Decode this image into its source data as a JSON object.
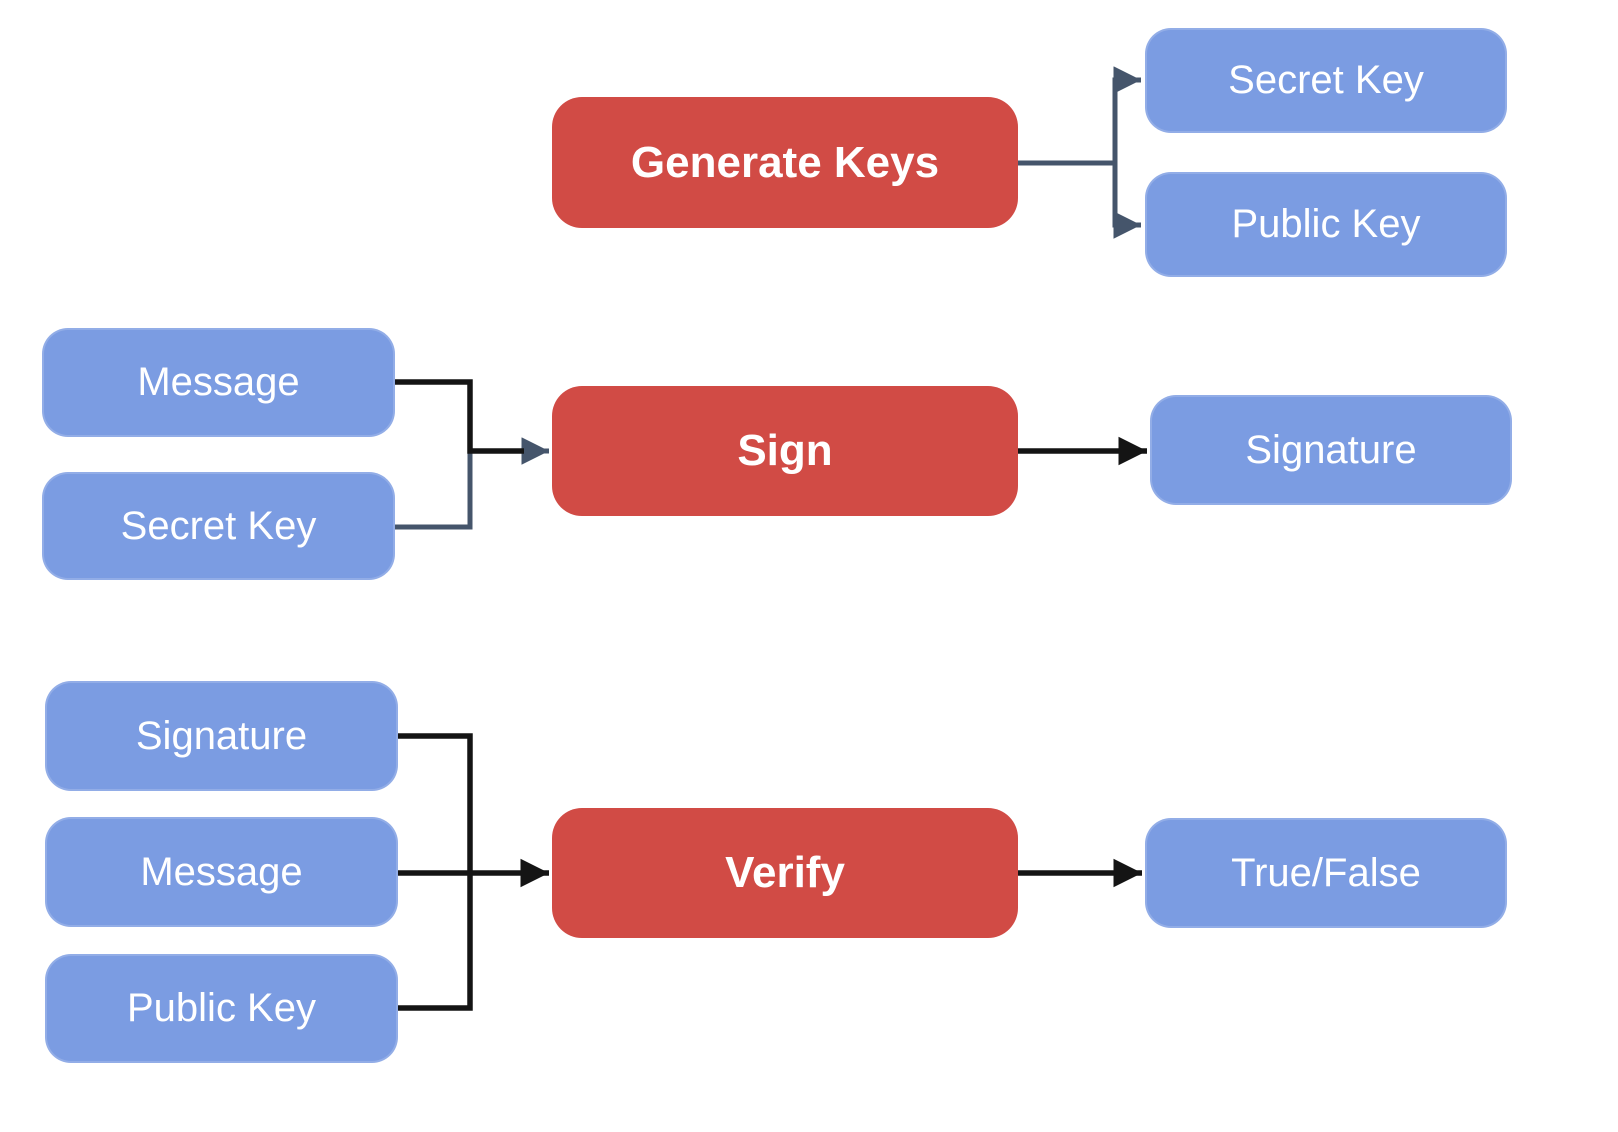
{
  "colors": {
    "canvas_bg": "#ffffff",
    "process_fill": "#d14b45",
    "data_fill": "#7b9ce2",
    "edge_slate": "#45556b",
    "edge_dark": "#141414",
    "node_text": "#ffffff"
  },
  "nodes": {
    "generate_keys": "Generate Keys",
    "secret_key_out": "Secret Key",
    "public_key_out": "Public Key",
    "message_sign": "Message",
    "secret_key_sign": "Secret Key",
    "sign": "Sign",
    "signature_out": "Signature",
    "signature_verify": "Signature",
    "message_verify": "Message",
    "public_key_verify": "Public Key",
    "verify": "Verify",
    "true_false": "True/False"
  }
}
